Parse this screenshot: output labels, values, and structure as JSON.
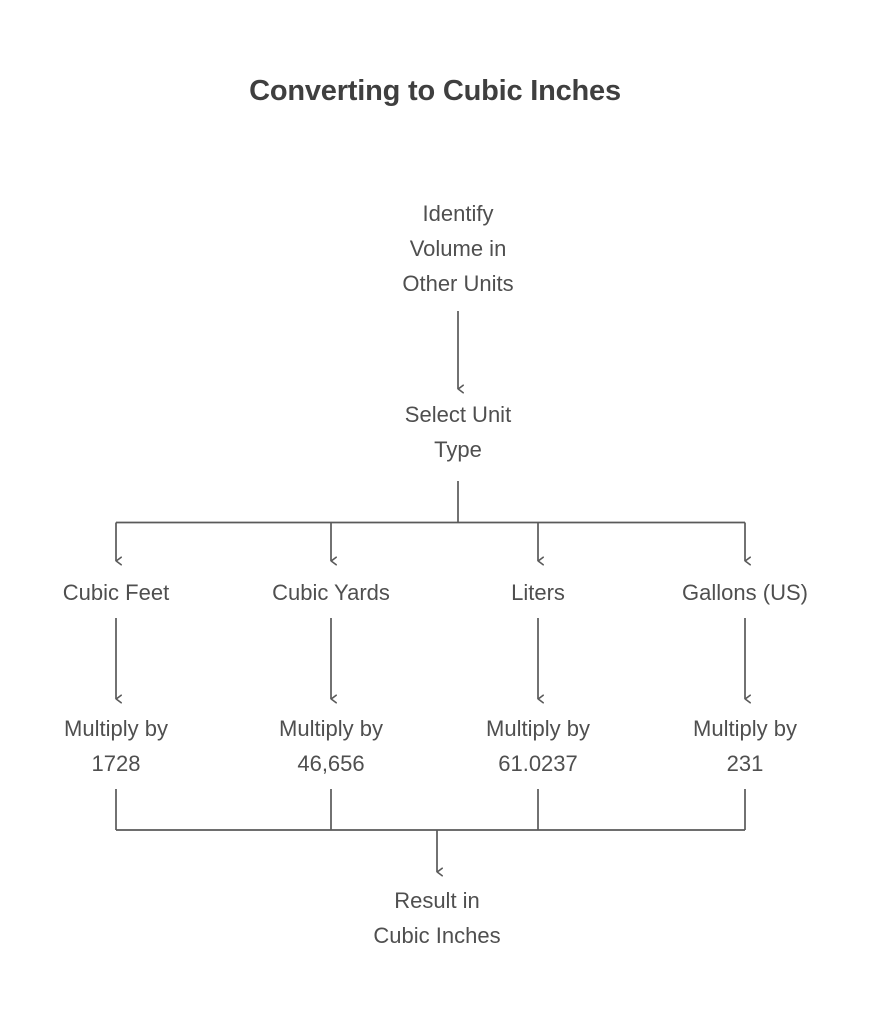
{
  "title": "Converting to Cubic Inches",
  "theme": {
    "background": "#ffffff",
    "title_color": "#3f3f3f",
    "text_color": "#4f4f4f",
    "line_color": "#5a5a5a"
  },
  "flow": {
    "start": "Identify\nVolume in\nOther Units",
    "decision": "Select Unit\nType",
    "branches": [
      {
        "unit": "Cubic Feet",
        "step": "Multiply by\n1728"
      },
      {
        "unit": "Cubic Yards",
        "step": "Multiply by\n46,656"
      },
      {
        "unit": "Liters",
        "step": "Multiply by\n61.0237"
      },
      {
        "unit": "Gallons (US)",
        "step": "Multiply by\n231"
      }
    ],
    "result": "Result in\nCubic Inches"
  },
  "chart_data": {
    "type": "diagram",
    "diagram_kind": "flowchart",
    "orientation": "top-down",
    "title": "Converting to Cubic Inches",
    "nodes": [
      {
        "id": "start",
        "label": "Identify Volume in Other Units",
        "level": 0
      },
      {
        "id": "select",
        "label": "Select Unit Type",
        "level": 1
      },
      {
        "id": "cuft",
        "label": "Cubic Feet",
        "level": 2
      },
      {
        "id": "cuyd",
        "label": "Cubic Yards",
        "level": 2
      },
      {
        "id": "liters",
        "label": "Liters",
        "level": 2
      },
      {
        "id": "gal",
        "label": "Gallons (US)",
        "level": 2
      },
      {
        "id": "m1728",
        "label": "Multiply by 1728",
        "level": 3
      },
      {
        "id": "m46656",
        "label": "Multiply by 46,656",
        "level": 3
      },
      {
        "id": "m610237",
        "label": "Multiply by 61.0237",
        "level": 3
      },
      {
        "id": "m231",
        "label": "Multiply by 231",
        "level": 3
      },
      {
        "id": "result",
        "label": "Result in Cubic Inches",
        "level": 4
      }
    ],
    "edges": [
      {
        "from": "start",
        "to": "select"
      },
      {
        "from": "select",
        "to": "cuft"
      },
      {
        "from": "select",
        "to": "cuyd"
      },
      {
        "from": "select",
        "to": "liters"
      },
      {
        "from": "select",
        "to": "gal"
      },
      {
        "from": "cuft",
        "to": "m1728"
      },
      {
        "from": "cuyd",
        "to": "m46656"
      },
      {
        "from": "liters",
        "to": "m610237"
      },
      {
        "from": "gal",
        "to": "m231"
      },
      {
        "from": "m1728",
        "to": "result"
      },
      {
        "from": "m46656",
        "to": "result"
      },
      {
        "from": "m610237",
        "to": "result"
      },
      {
        "from": "m231",
        "to": "result"
      }
    ],
    "conversion_factors": [
      {
        "unit": "Cubic Feet",
        "factor": 1728
      },
      {
        "unit": "Cubic Yards",
        "factor": 46656
      },
      {
        "unit": "Liters",
        "factor": 61.0237
      },
      {
        "unit": "Gallons (US)",
        "factor": 231
      }
    ]
  }
}
